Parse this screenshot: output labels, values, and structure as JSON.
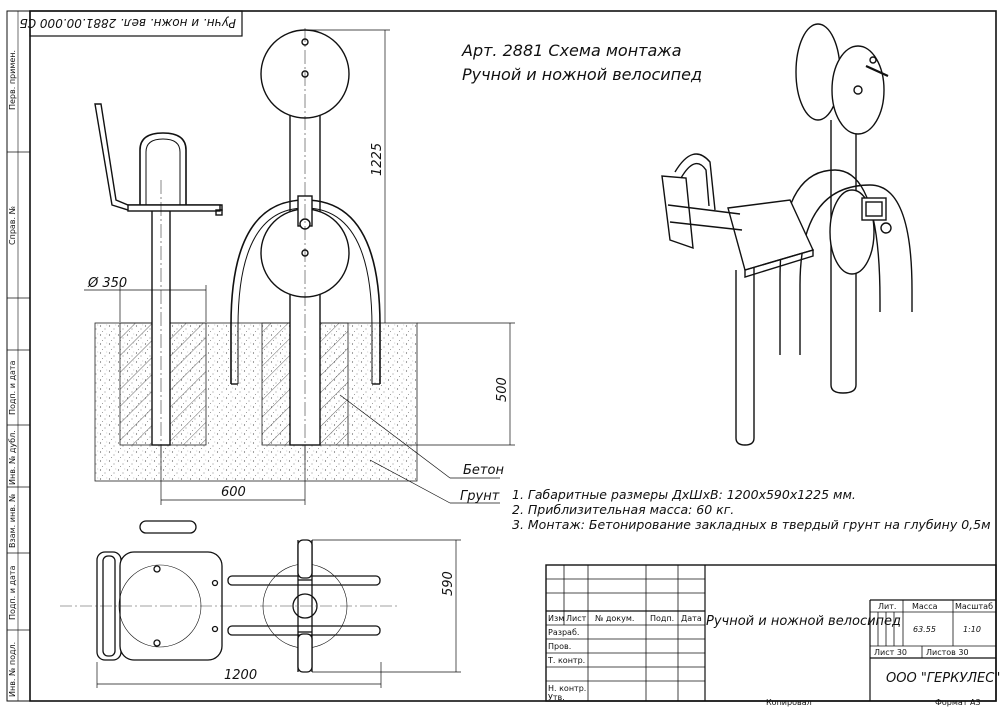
{
  "stamp_rotated": "Ручн. и ножн. вел. 2881.00.000 СБ",
  "side_labels": [
    "Перв. примен.",
    "Справ. №",
    "Подп. и дата",
    "Инв. № дубл.",
    "Взам. инв. №",
    "Подп. и дата",
    "Инв. № подл."
  ],
  "title_line1": "Арт. 2881 Схема монтажа",
  "title_line2": "Ручной и ножной велосипед",
  "dims": {
    "diameter": "Ø 350",
    "height": "1225",
    "depth": "500",
    "spacing": "600",
    "width": "590",
    "length": "1200"
  },
  "legend": {
    "concrete": "Бетон",
    "soil": "Грунт"
  },
  "notes": [
    "1. Габаритные размеры ДхШхВ: 1200х590х1225 мм.",
    "2. Приблизительная масса: 60 кг.",
    "3. Монтаж: Бетонирование закладных в твердый грунт на глубину 0,5м"
  ],
  "title_block": {
    "header": [
      "Изм",
      "Лист",
      "№ докум.",
      "Подп.",
      "Дата"
    ],
    "roles": [
      "Разраб.",
      "Пров.",
      "Т. контр.",
      "",
      "Н. контр.",
      "Утв."
    ],
    "product_name": "Ручной и ножной велосипед",
    "col_lit": "Лит.",
    "col_mass": "Масса",
    "col_scale": "Масштаб",
    "mass_value": "63.55",
    "scale_value": "1:10",
    "sheet": "Лист 30",
    "sheets": "Листов 30",
    "company": "ООО \"ГЕРКУЛЕС\""
  },
  "footer_copied": "Копировал",
  "footer_format": "Формат А3"
}
